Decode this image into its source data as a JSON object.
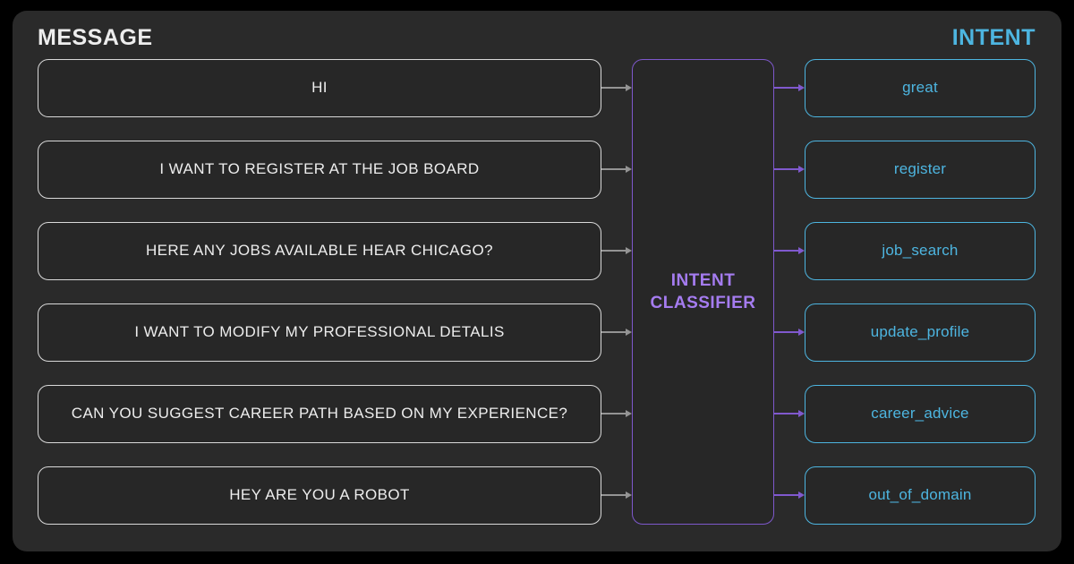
{
  "headings": {
    "messages": "MESSAGE",
    "intent": "INTENT"
  },
  "classifier": {
    "line1": "INTENT",
    "line2": "CLASSIFIER"
  },
  "rows": [
    {
      "message": "HI",
      "intent": "great"
    },
    {
      "message": "I WANT TO REGISTER AT THE JOB BOARD",
      "intent": "register"
    },
    {
      "message": "HERE ANY JOBS AVAILABLE HEAR CHICAGO?",
      "intent": "job_search"
    },
    {
      "message": "I WANT TO MODIFY MY PROFESSIONAL DETALIS",
      "intent": "update_profile"
    },
    {
      "message": "CAN YOU SUGGEST CAREER PATH BASED ON MY EXPERIENCE?",
      "intent": "career_advice"
    },
    {
      "message": "HEY ARE YOU A ROBOT",
      "intent": "out_of_domain"
    }
  ],
  "colors": {
    "background": "#000000",
    "panel": "#2a2a2a",
    "box_bg": "#272727",
    "message_border": "#d9d9d9",
    "message_text": "#ededed",
    "heading_text": "#ededed",
    "intent_accent": "#4db5e0",
    "classifier_border": "#7e58cc",
    "classifier_text": "#a57cf0",
    "arrow_gray": "#949494",
    "arrow_purple": "#8059ce"
  }
}
